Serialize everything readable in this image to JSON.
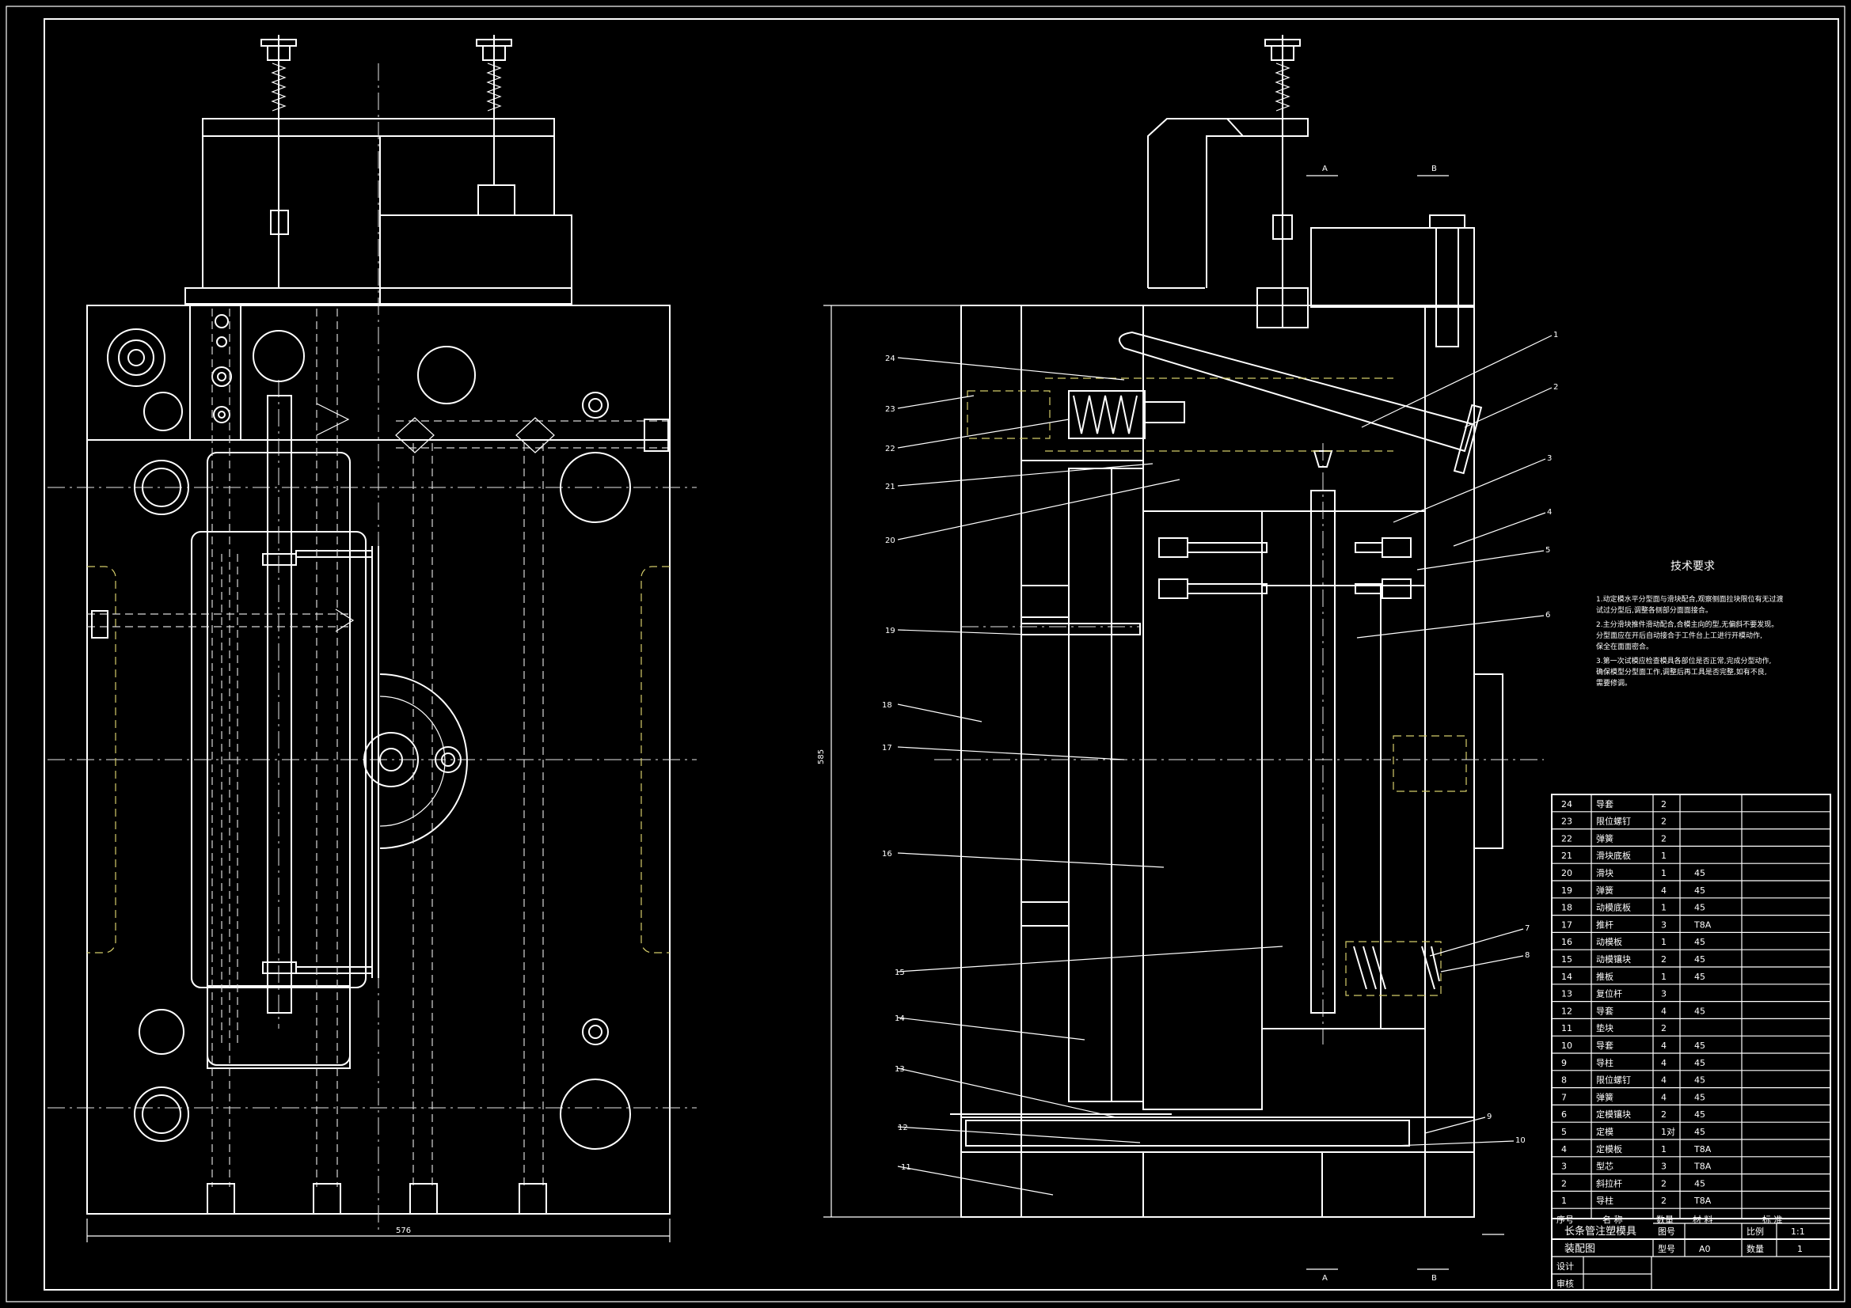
{
  "tech_requirements": {
    "title": "技术要求",
    "lines": [
      "1.动定模水平分型面与滑块配合,观察侧面拉块限位有无过渡",
      "   试过分型后,调整各侧部分面面接合。",
      "2.主分滑块推件滑动配合,合模主向的型,无偏斜不要发现。",
      "   分型面应在开后自动接合于工件台上工进行开模动作,",
      "   保全在面面密合。",
      "3.第一次试模应检查模具各部位是否正常,完成分型动作,",
      "   确保模型分型面工作,调整后再工具是否完整,如有不良,",
      "   需要修调。"
    ]
  },
  "dimensions": {
    "width_label": "576",
    "height_label": "585"
  },
  "parts_table": {
    "rows": [
      {
        "no": "24",
        "name": "导套",
        "qty": "2",
        "mat": ""
      },
      {
        "no": "23",
        "name": "限位螺钉",
        "qty": "2",
        "mat": ""
      },
      {
        "no": "22",
        "name": "弹簧",
        "qty": "2",
        "mat": ""
      },
      {
        "no": "21",
        "name": "滑块底板",
        "qty": "1",
        "mat": ""
      },
      {
        "no": "20",
        "name": "滑块",
        "qty": "1",
        "mat": "45"
      },
      {
        "no": "19",
        "name": "弹簧",
        "qty": "4",
        "mat": "45"
      },
      {
        "no": "18",
        "name": "动模底板",
        "qty": "1",
        "mat": "45"
      },
      {
        "no": "17",
        "name": "推杆",
        "qty": "3",
        "mat": "T8A"
      },
      {
        "no": "16",
        "name": "动模板",
        "qty": "1",
        "mat": "45"
      },
      {
        "no": "15",
        "name": "动模镶块",
        "qty": "2",
        "mat": "45"
      },
      {
        "no": "14",
        "name": "推板",
        "qty": "1",
        "mat": "45"
      },
      {
        "no": "13",
        "name": "复位杆",
        "qty": "3",
        "mat": ""
      },
      {
        "no": "12",
        "name": "导套",
        "qty": "4",
        "mat": "45"
      },
      {
        "no": "11",
        "name": "垫块",
        "qty": "2",
        "mat": ""
      },
      {
        "no": "10",
        "name": "导套",
        "qty": "4",
        "mat": "45"
      },
      {
        "no": "9",
        "name": "导柱",
        "qty": "4",
        "mat": "45"
      },
      {
        "no": "8",
        "name": "限位螺钉",
        "qty": "4",
        "mat": "45"
      },
      {
        "no": "7",
        "name": "弹簧",
        "qty": "4",
        "mat": "45"
      },
      {
        "no": "6",
        "name": "定模镶块",
        "qty": "2",
        "mat": "45"
      },
      {
        "no": "5",
        "name": "定模",
        "qty": "1对",
        "mat": "45"
      },
      {
        "no": "4",
        "name": "定模板",
        "qty": "1",
        "mat": "T8A"
      },
      {
        "no": "3",
        "name": "型芯",
        "qty": "3",
        "mat": "T8A"
      },
      {
        "no": "2",
        "name": "斜拉杆",
        "qty": "2",
        "mat": "45"
      },
      {
        "no": "1",
        "name": "导柱",
        "qty": "2",
        "mat": "T8A"
      }
    ],
    "header": {
      "no": "序号",
      "name": "名 称",
      "qty": "数量",
      "mat": "材 料",
      "std": "标    准"
    }
  },
  "title_block": {
    "title": "长条管注塑模具",
    "subtitle": "装配图",
    "fig_no_label": "图号",
    "type_label": "型号",
    "type_value": "A0",
    "scale_label": "比例",
    "scale_value": "1:1",
    "qty_label": "数量",
    "qty_value": "1",
    "design_label": "设计",
    "review_label": "审核"
  },
  "leader_numbers_left": [
    "24",
    "23",
    "22",
    "21",
    "20",
    "19",
    "18",
    "17",
    "16",
    "15",
    "14",
    "13",
    "12",
    "11"
  ],
  "leader_numbers_right": [
    "1",
    "2",
    "3",
    "4",
    "5",
    "6",
    "7",
    "8",
    "9",
    "10"
  ],
  "section_marks": [
    "A",
    "A",
    "B",
    "B"
  ]
}
